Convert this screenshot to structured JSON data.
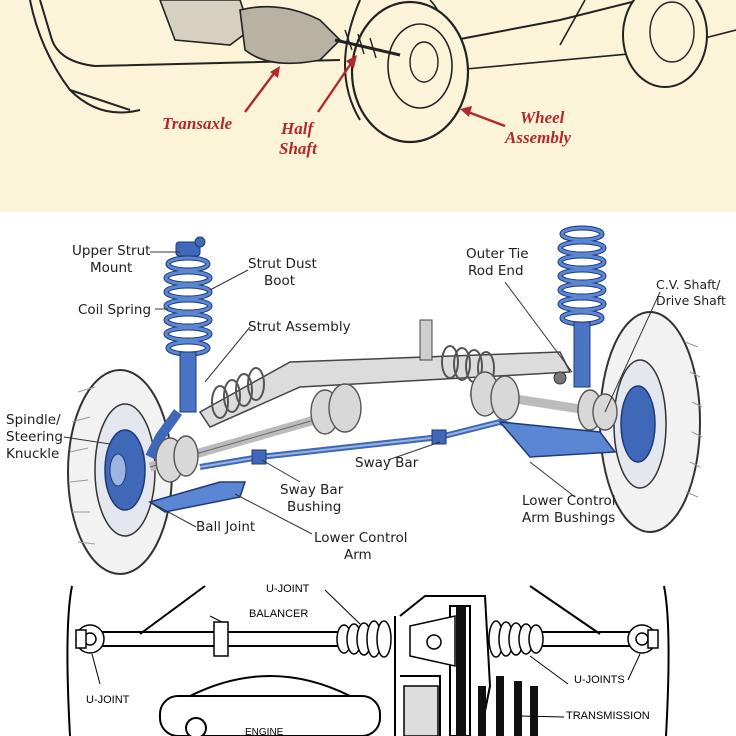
{
  "top_panel": {
    "labels": {
      "transaxle": "Transaxle",
      "half_shaft_1": "Half",
      "half_shaft_2": "Shaft",
      "wheel_assembly_1": "Wheel",
      "wheel_assembly_2": "Assembly"
    }
  },
  "middle_panel": {
    "labels": {
      "upper_strut_mount_1": "Upper Strut",
      "upper_strut_mount_2": "Mount",
      "strut_dust_boot_1": "Strut Dust",
      "strut_dust_boot_2": "Boot",
      "coil_spring": "Coil Spring",
      "strut_assembly": "Strut Assembly",
      "outer_tie_rod_end_1": "Outer Tie",
      "outer_tie_rod_end_2": "Rod End",
      "cv_shaft_1": "C.V. Shaft/",
      "cv_shaft_2": "Drive Shaft",
      "spindle_1": "Spindle/",
      "spindle_2": "Steering",
      "spindle_3": "Knuckle",
      "sway_bar": "Sway Bar",
      "sway_bar_bushing_1": "Sway Bar",
      "sway_bar_bushing_2": "Bushing",
      "lower_control_arm_bushings_1": "Lower Control",
      "lower_control_arm_bushings_2": "Arm Bushings",
      "ball_joint": "Ball Joint",
      "lower_control_arm_1": "Lower Control",
      "lower_control_arm_2": "Arm"
    }
  },
  "bottom_panel": {
    "labels": {
      "u_joint_top": "U-JOINT",
      "balancer": "BALANCER",
      "u_joint_left": "U-JOINT",
      "u_joints_right": "U-JOINTS",
      "transmission": "TRANSMISSION",
      "engine": "ENGINE"
    }
  }
}
